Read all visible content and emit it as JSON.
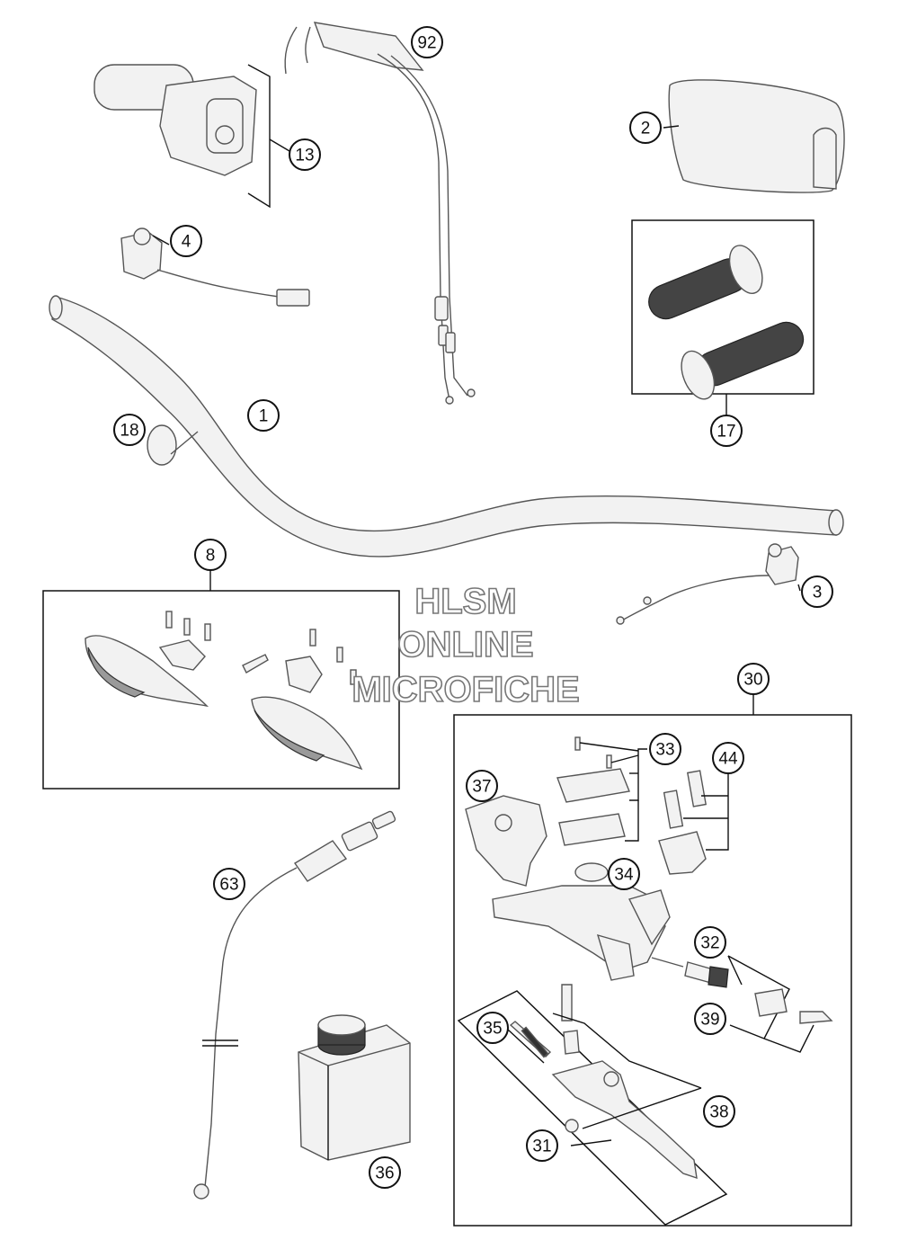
{
  "callouts": {
    "c1": "1",
    "c2": "2",
    "c3": "3",
    "c4": "4",
    "c8": "8",
    "c13": "13",
    "c17": "17",
    "c18": "18",
    "c30": "30",
    "c31": "31",
    "c32": "32",
    "c33": "33",
    "c34": "34",
    "c35": "35",
    "c36": "36",
    "c37": "37",
    "c38": "38",
    "c39": "39",
    "c44": "44",
    "c63": "63",
    "c92": "92"
  },
  "watermark": {
    "line1": "HLSM",
    "line2": "ONLINE",
    "line3": "MICROFICHE"
  },
  "colors": {
    "line": "#111111",
    "part_fill": "#f2f2f2",
    "part_stroke": "#555555",
    "dark": "#444444"
  }
}
